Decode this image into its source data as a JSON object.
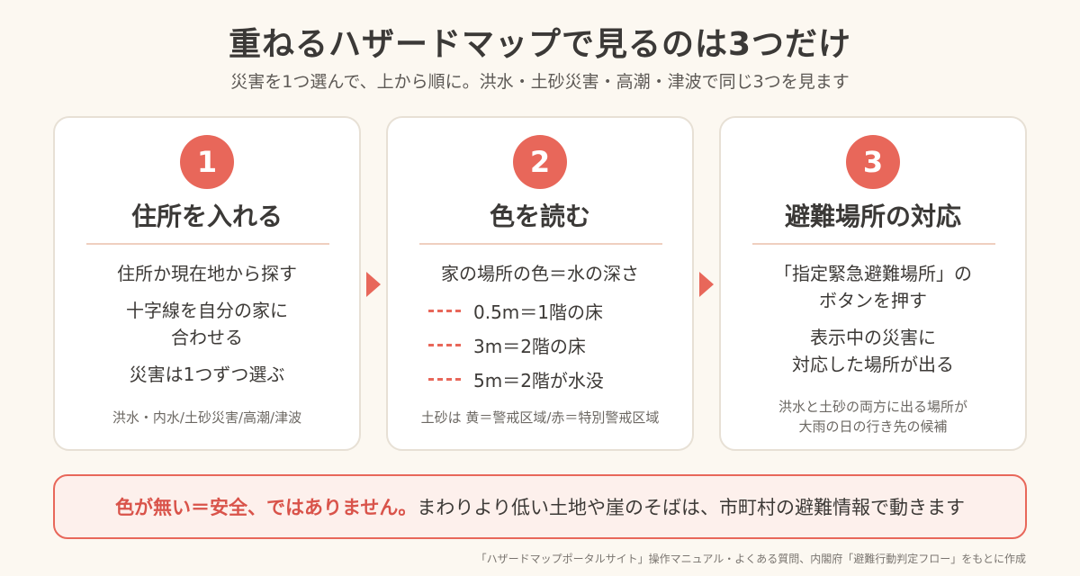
{
  "header": {
    "title": "重ねるハザードマップで見るのは3つだけ",
    "subtitle": "災害を1つ選んで、上から順に。洪水・土砂災害・高潮・津波で同じ3つを見ます"
  },
  "steps": [
    {
      "number": "1",
      "title": "住所を入れる",
      "lines": [
        "住所か現在地から探す",
        "十字線を自分の家に",
        "合わせる",
        "災害は1つずつ選ぶ"
      ],
      "note": [
        "洪水・内水/土砂災害/高潮/津波"
      ]
    },
    {
      "number": "2",
      "title": "色を読む",
      "lines": [
        "家の場所の色＝水の深さ"
      ],
      "legend": [
        "0.5m＝1階の床",
        "3m＝2階の床",
        "5m＝2階が水没"
      ],
      "note": [
        "土砂は 黄＝警戒区域/赤＝特別警戒区域"
      ]
    },
    {
      "number": "3",
      "title": "避難場所の対応",
      "lines": [
        "「指定緊急避難場所」の",
        "ボタンを押す",
        "表示中の災害に",
        "対応した場所が出る"
      ],
      "note": [
        "洪水と土砂の両方に出る場所が",
        "大雨の日の行き先の候補"
      ]
    }
  ],
  "warning": {
    "lead": "色が無い＝安全、ではありません。",
    "rest": "まわりより低い土地や崖のそばは、市町村の避難情報で動きます"
  },
  "footer": {
    "source": "「ハザードマップポータルサイト」操作マニュアル・よくある質問、内閣府「避難行動判定フロー」をもとに作成"
  },
  "colors": {
    "accent": "#e8675a",
    "background": "#fcf8f1",
    "card_border": "#e7e0d5",
    "warning_bg": "#fdf0ec"
  }
}
